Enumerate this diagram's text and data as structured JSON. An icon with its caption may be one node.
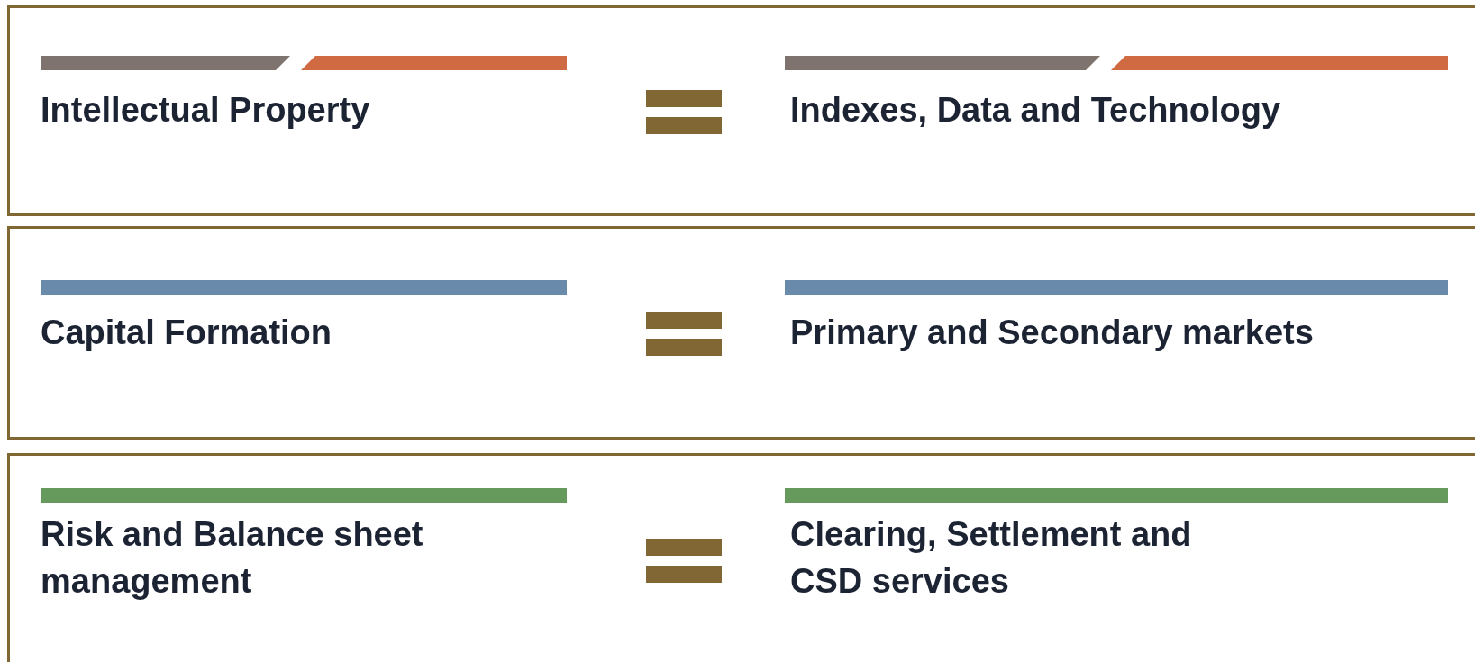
{
  "diagram": {
    "nodes": [
      {
        "text": [
          "Intellectual Property",
          "Indexes, Data and Technology"
        ]
      },
      {
        "text": [
          "Capital Formation",
          "Primary and Secondary markets"
        ]
      },
      {
        "text": [
          "Risk and Balance sheet management",
          "Clearing, Settlement and CSD services"
        ]
      }
    ]
  }
}
